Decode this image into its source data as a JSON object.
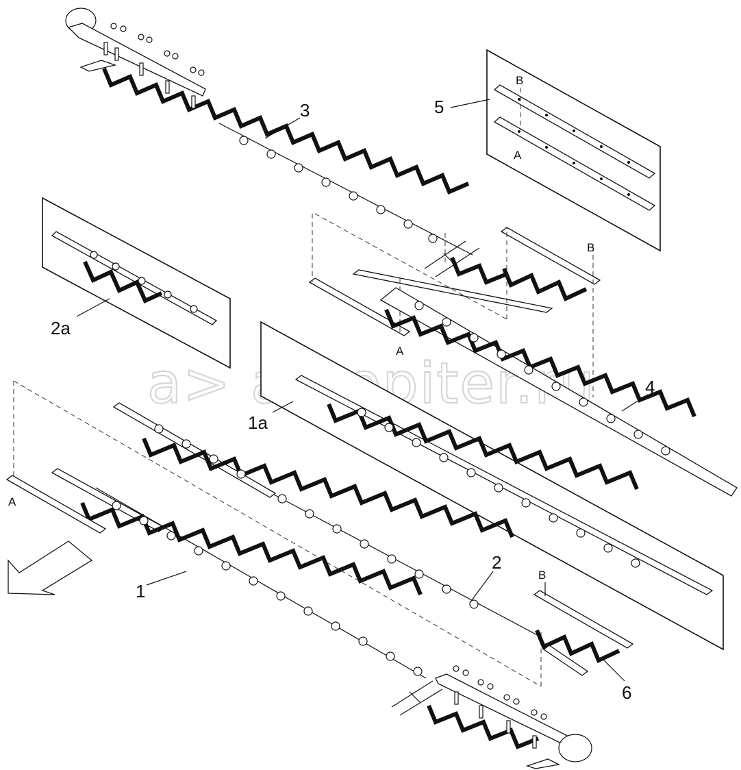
{
  "watermark": "a> autopiter.ru",
  "labels": {
    "p1": "1",
    "p1a": "1a",
    "p2": "2",
    "p2a": "2a",
    "p3": "3",
    "p4": "4",
    "p5": "5",
    "p6": "6",
    "a_left": "A",
    "a_mid": "A",
    "a_frame5": "A",
    "b_frame5": "B",
    "b_mid": "B",
    "b_bottom": "B"
  }
}
